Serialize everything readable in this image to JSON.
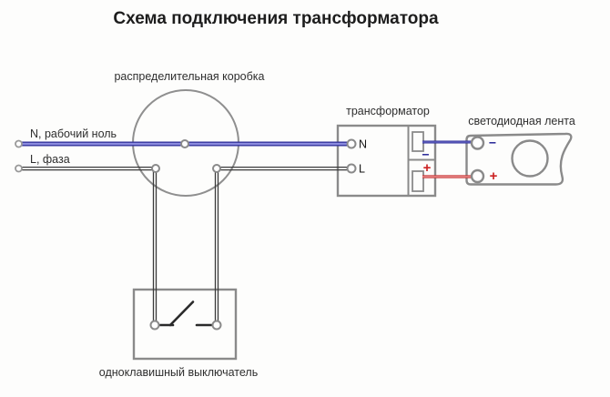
{
  "title": "Схема подключения трансформатора",
  "labels": {
    "distribution_box": "распределительная коробка",
    "transformer": "трансформатор",
    "led_strip": "светодиодная лента",
    "neutral": "N, рабочий ноль",
    "phase": "L, фаза",
    "switch": "одноклавишный выключатель"
  },
  "transformer": {
    "terminal_n": "N",
    "terminal_l": "L",
    "minus": "−",
    "plus": "+"
  },
  "led_strip": {
    "minus": "−",
    "plus": "+"
  },
  "colors": {
    "neutral_wire_edge": "#34349b",
    "neutral_wire_core": "#8b8bdf",
    "phase_wire": "#3a3a3a",
    "dc_minus_wire": "#2b2b99",
    "dc_plus_wire": "#c62f2f",
    "outline_gray": "#8a8a8a",
    "text_dark": "#2d2d2d"
  }
}
